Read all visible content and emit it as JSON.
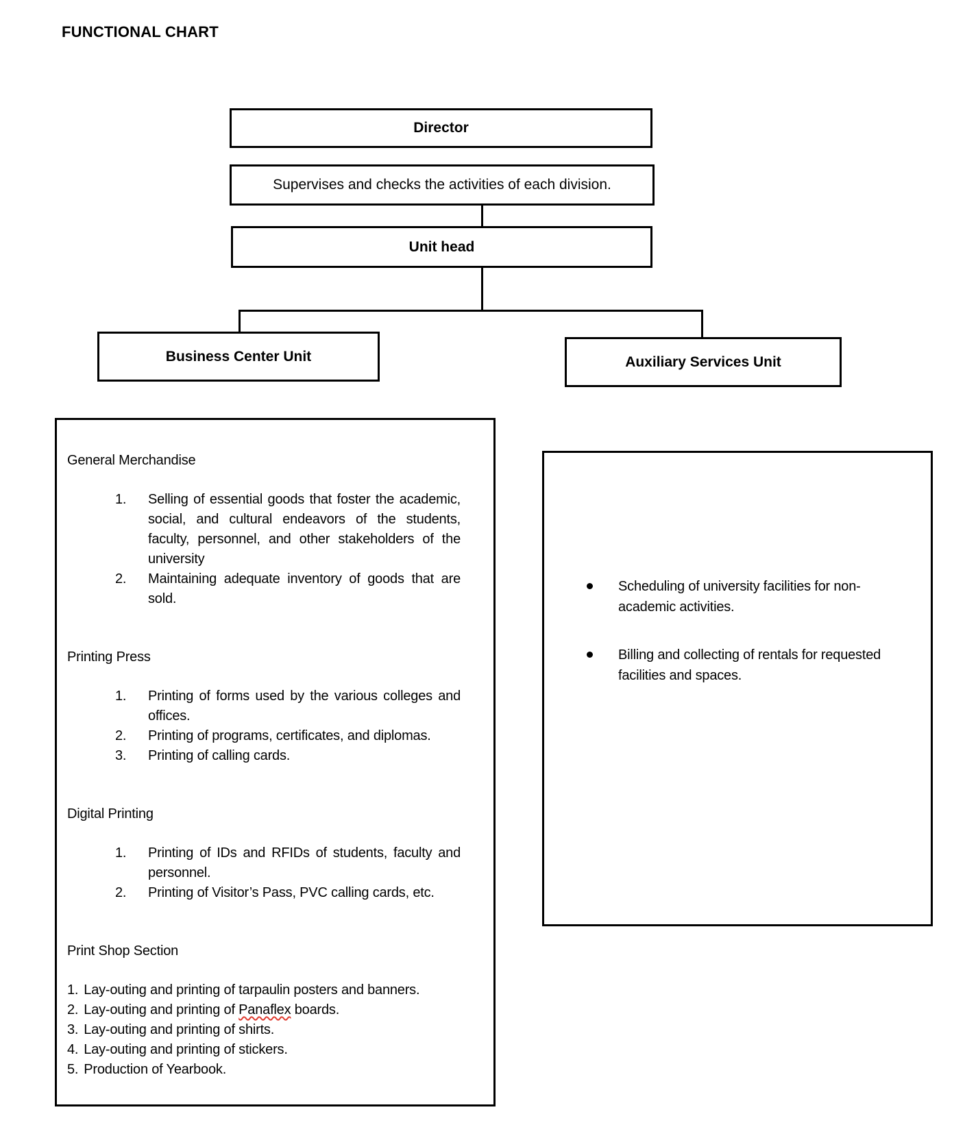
{
  "page_title": "FUNCTIONAL CHART",
  "org_chart": {
    "director_label": "Director",
    "director_function": "Supervises and checks the activities of each division.",
    "unit_head_label": "Unit head",
    "units": [
      {
        "label": "Business Center Unit"
      },
      {
        "label": "Auxiliary Services Unit"
      }
    ]
  },
  "business_center_detail": {
    "sections": [
      {
        "heading": "General Merchandise",
        "layout": "indent",
        "items": [
          "Selling of essential goods that foster the academic, social, and cultural endeavors of the students, faculty, personnel, and other stakeholders of the university",
          "Maintaining adequate inventory of goods that are sold."
        ]
      },
      {
        "heading": "Printing Press",
        "layout": "indent",
        "items": [
          "Printing of forms used by the various colleges and offices.",
          "Printing of programs, certificates, and diplomas.",
          "Printing of calling cards."
        ]
      },
      {
        "heading": "Digital Printing",
        "layout": "indent",
        "items": [
          "Printing of IDs and RFIDs of students, faculty and personnel.",
          "Printing of Visitor’s Pass, PVC calling cards, etc."
        ]
      },
      {
        "heading": "Print Shop Section",
        "layout": "flush",
        "items": [
          "Lay-outing and printing of tarpaulin posters and banners.",
          "Lay-outing and printing of Panaflex boards.",
          "Lay-outing and printing of shirts.",
          "Lay-outing and printing of stickers.",
          "Production of Yearbook."
        ]
      }
    ]
  },
  "auxiliary_detail": {
    "bullets": [
      "Scheduling of university facilities for non-academic activities.",
      "Billing and collecting of rentals for requested facilities and spaces."
    ]
  },
  "spellcheck": {
    "word": "Panaflex",
    "underline_color": "#e03c31"
  },
  "colors": {
    "background": "#ffffff",
    "border": "#000000",
    "text": "#000000"
  }
}
